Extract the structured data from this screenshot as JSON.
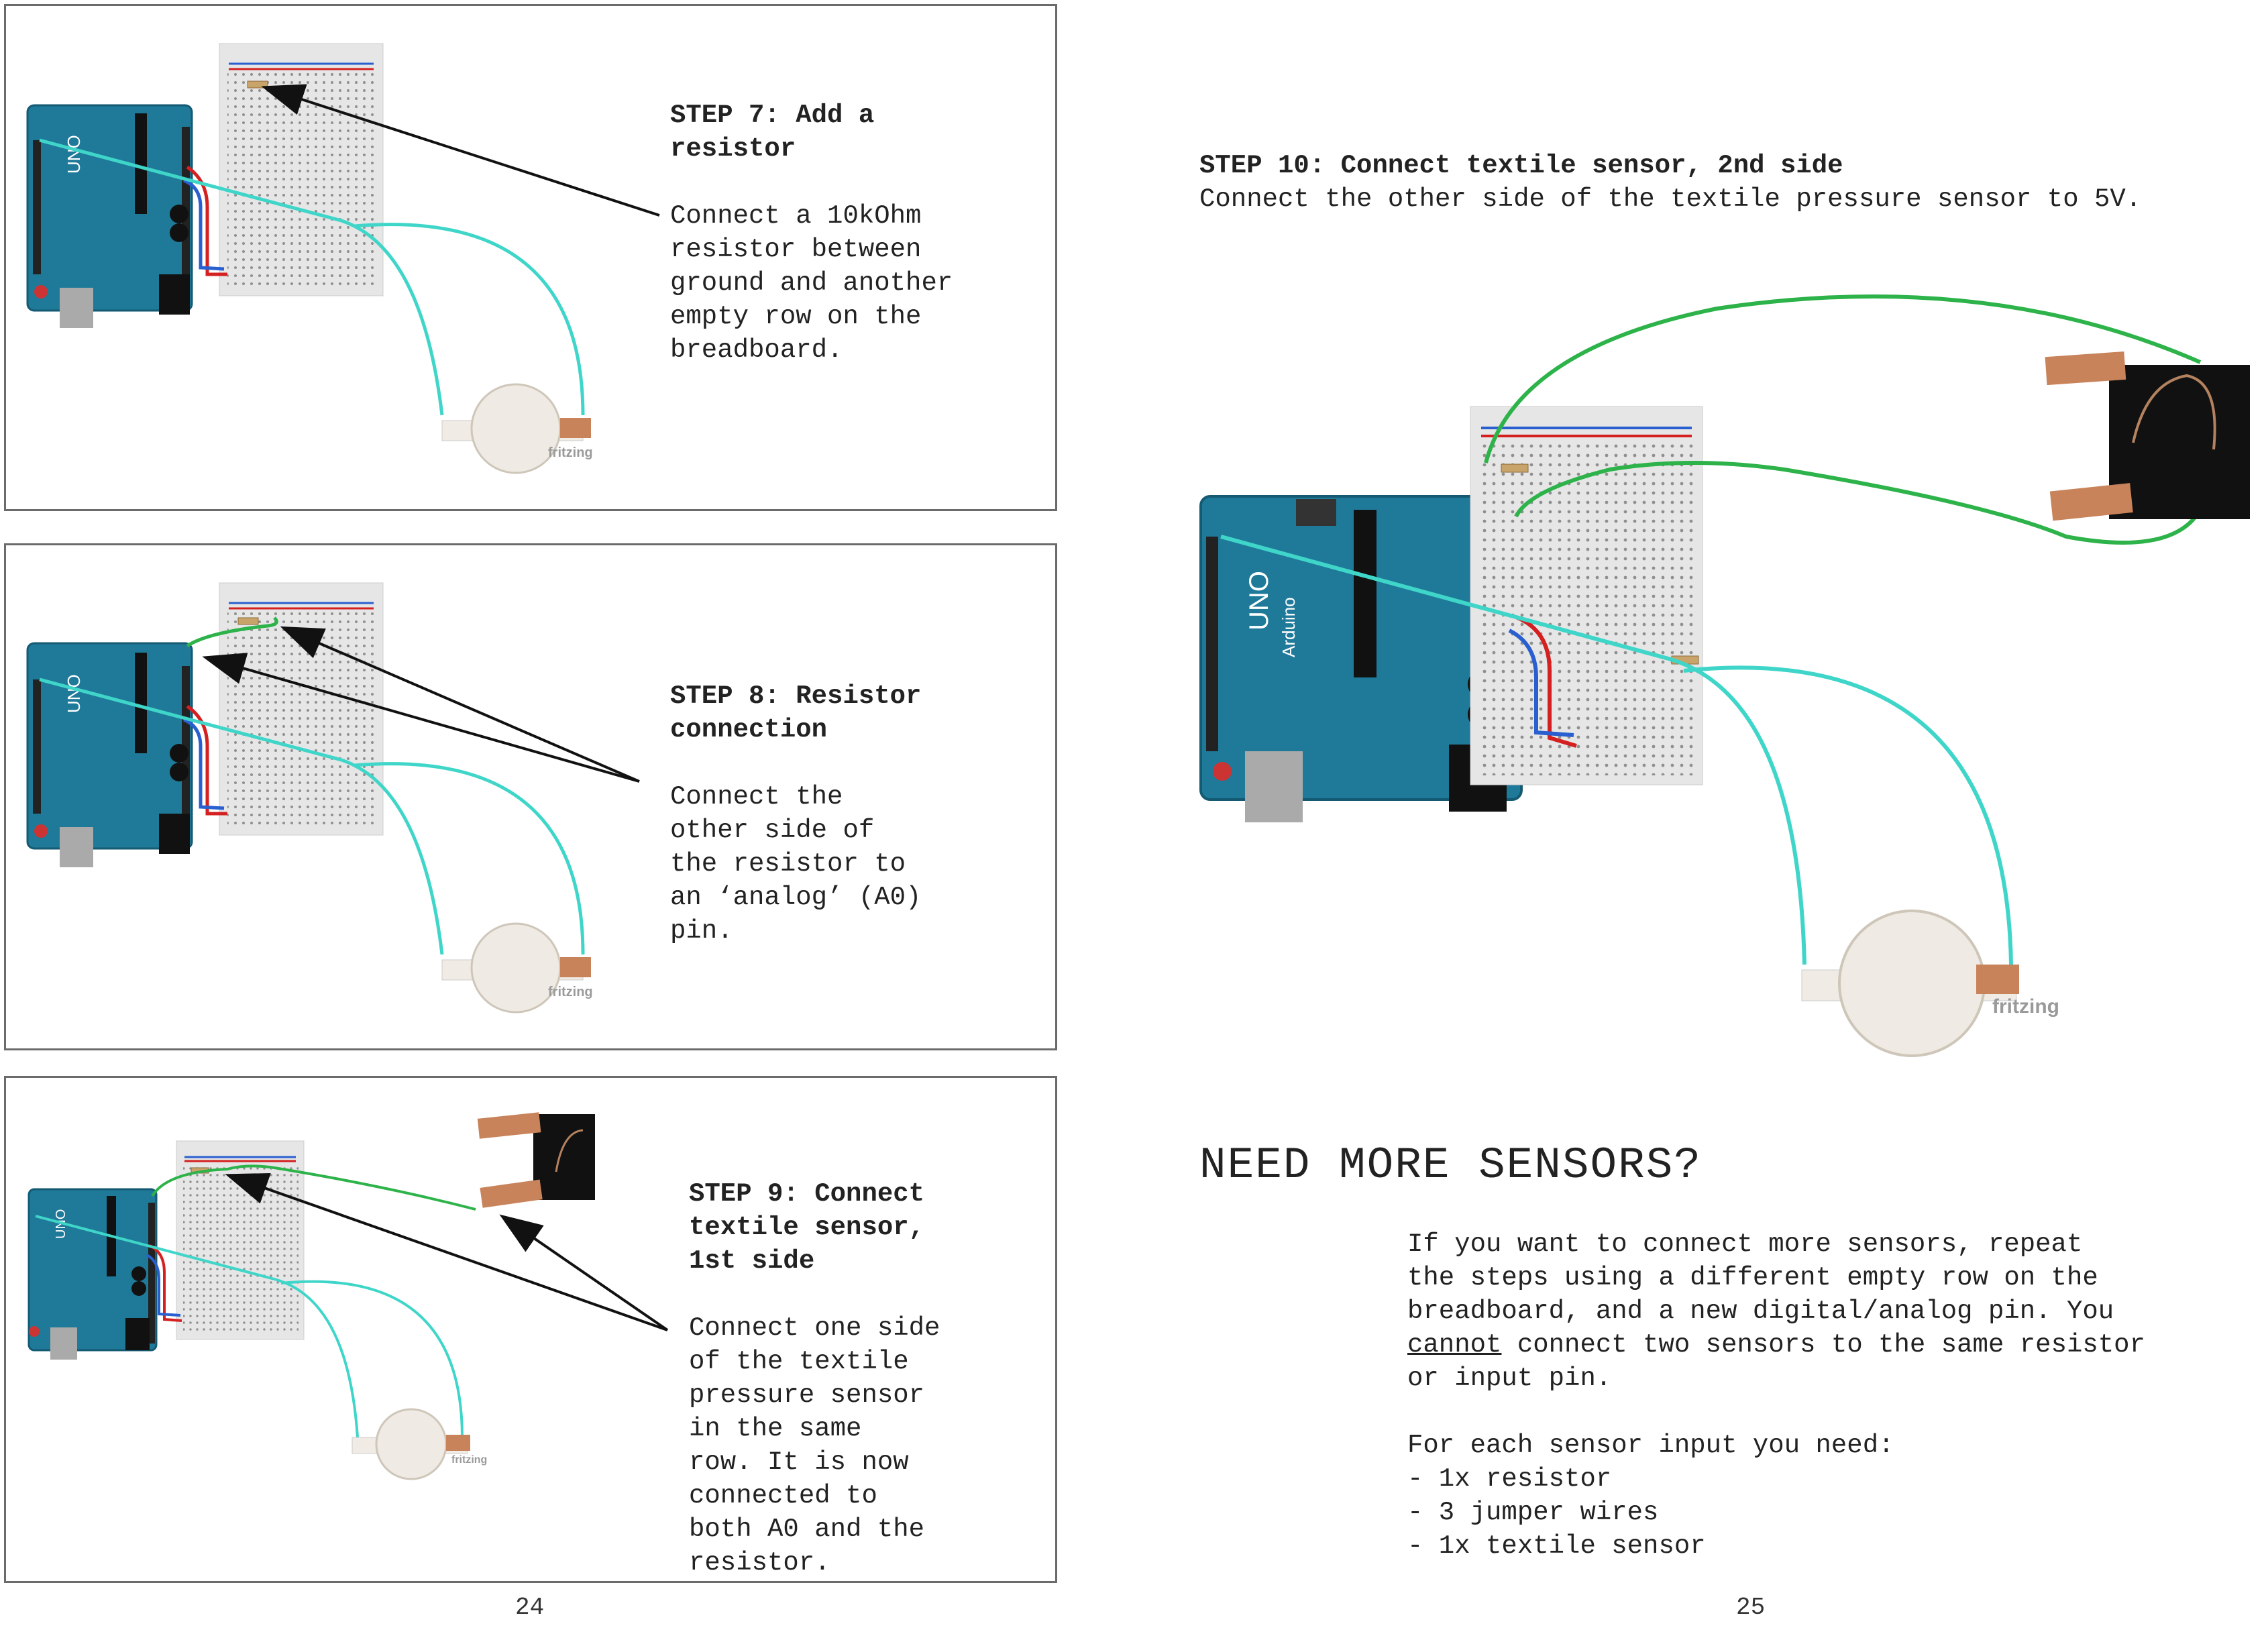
{
  "left_page": {
    "page_number": "24",
    "steps": [
      {
        "title": "STEP 7: Add a\nresistor",
        "body": "Connect a 10kOhm\nresistor between\nground and another\nempty row on the\nbreadboard."
      },
      {
        "title": "STEP 8: Resistor\nconnection",
        "body": "Connect the\nother side of\nthe resistor to\nan ‘analog’ (A0)\npin."
      },
      {
        "title": "STEP 9: Connect\ntextile sensor,\n1st side",
        "body": "Connect one side\nof the textile\npressure sensor\nin the same\nrow. It is now\nconnected to\nboth A0 and the\nresistor."
      }
    ]
  },
  "right_page": {
    "page_number": "25",
    "step10": {
      "title": "STEP 10: Connect textile sensor, 2nd side",
      "body": "Connect the other side of the textile pressure sensor to 5V."
    },
    "need_more": {
      "title": "NEED MORE SENSORS?",
      "para_before": "If you want to connect more sensors, repeat\nthe steps using a different empty row on the\nbreadboard, and a new digital/analog pin. You\n",
      "para_underlined": "cannot",
      "para_after": " connect two sensors to the same resistor\nor input pin.",
      "list_intro": "For each sensor input you need:",
      "items": [
        "- 1x resistor",
        "- 3 jumper wires",
        "- 1x textile sensor"
      ]
    }
  },
  "diagram_labels": {
    "fritzing": "fritzing",
    "board_label": "UNO",
    "brand": "Arduino"
  },
  "colors": {
    "arduino": "#1f7a9a",
    "wire_cyan": "#3fd6c9",
    "wire_green": "#2db34a",
    "wire_red": "#d42020",
    "wire_blue": "#2a5fd0",
    "breadboard": "#e6e6e6",
    "copper": "#c8835a",
    "panel_border": "#6b6b6b"
  }
}
